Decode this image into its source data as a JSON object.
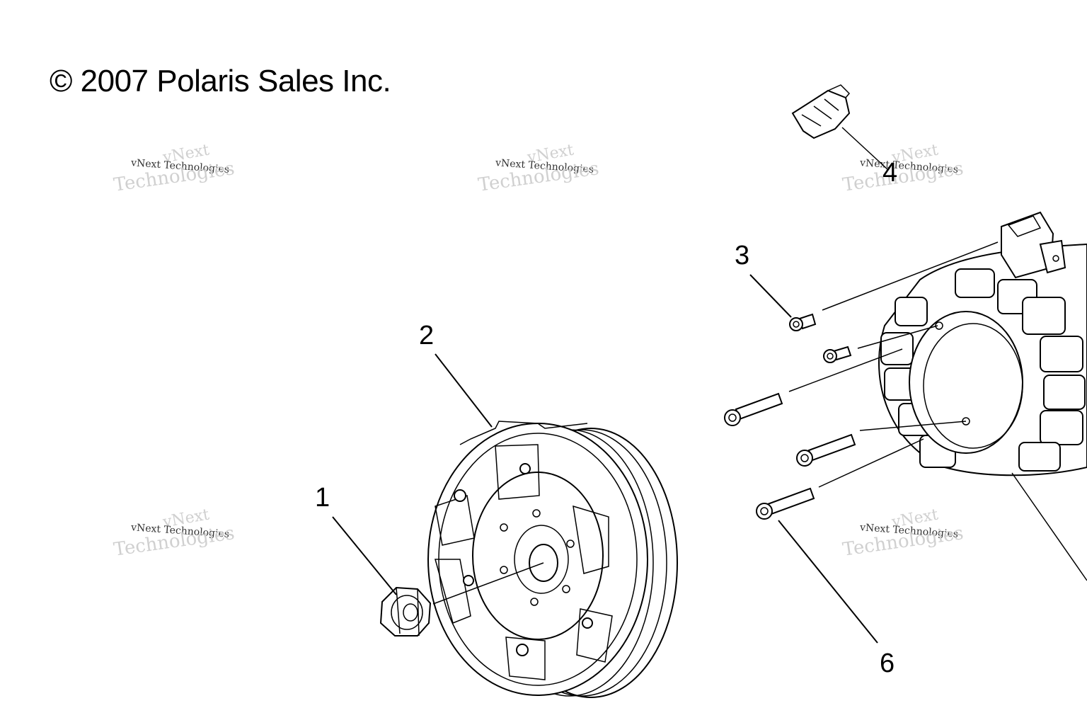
{
  "diagram": {
    "copyright": "© 2007 Polaris Sales Inc.",
    "callouts": [
      {
        "id": "1",
        "label": "1"
      },
      {
        "id": "2",
        "label": "2"
      },
      {
        "id": "3",
        "label": "3"
      },
      {
        "id": "4",
        "label": "4"
      },
      {
        "id": "6",
        "label": "6"
      }
    ],
    "watermark": {
      "line1": "vNext",
      "line2": "vNext Technologies",
      "line3": "Technologies"
    },
    "colors": {
      "ink": "#000000",
      "paper": "#ffffff",
      "watermark": "#d0d0d0"
    }
  }
}
